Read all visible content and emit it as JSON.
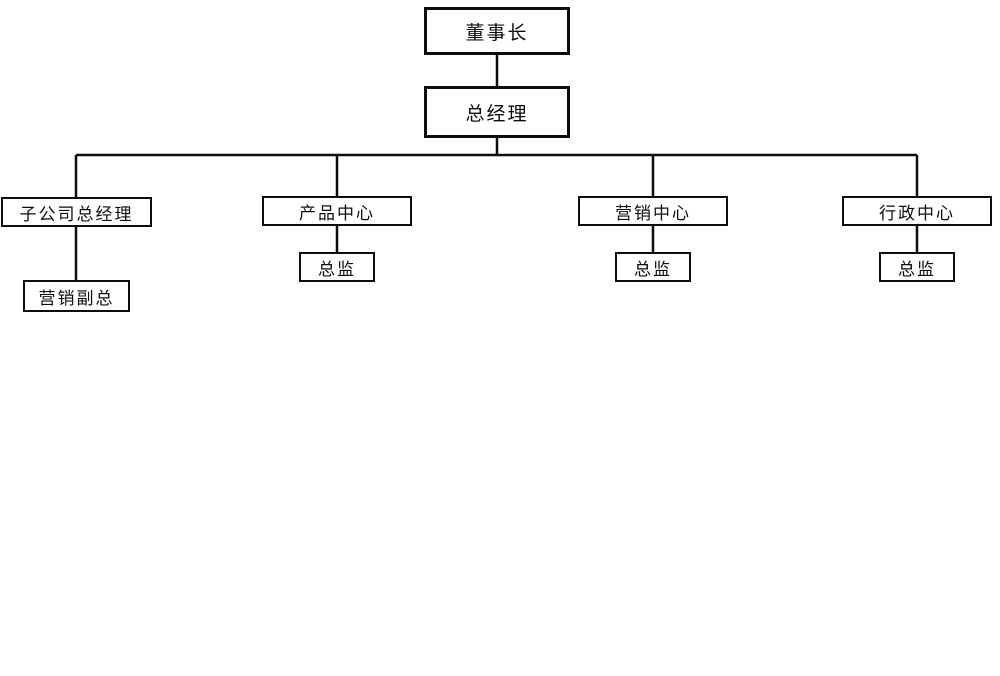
{
  "diagram": {
    "type": "org-chart",
    "nodes": {
      "chairman": {
        "label": "董事长"
      },
      "general_manager": {
        "label": "总经理"
      },
      "subsidiary_gm": {
        "label": "子公司总经理"
      },
      "marketing_vp": {
        "label": "营销副总"
      },
      "product_center": {
        "label": "产品中心"
      },
      "product_director": {
        "label": "总监"
      },
      "marketing_center": {
        "label": "营销中心"
      },
      "marketing_director": {
        "label": "总监"
      },
      "admin_center": {
        "label": "行政中心"
      },
      "admin_director": {
        "label": "总监"
      }
    },
    "edges": [
      {
        "from": "chairman",
        "to": "general_manager"
      },
      {
        "from": "general_manager",
        "to": "subsidiary_gm"
      },
      {
        "from": "general_manager",
        "to": "product_center"
      },
      {
        "from": "general_manager",
        "to": "marketing_center"
      },
      {
        "from": "general_manager",
        "to": "admin_center"
      },
      {
        "from": "subsidiary_gm",
        "to": "marketing_vp"
      },
      {
        "from": "product_center",
        "to": "product_director"
      },
      {
        "from": "marketing_center",
        "to": "marketing_director"
      },
      {
        "from": "admin_center",
        "to": "admin_director"
      }
    ],
    "colors": {
      "line": "#0d0d0d",
      "box_border": "#0d0d0d",
      "background": "#ffffff",
      "text": "#0d0d0d"
    }
  }
}
